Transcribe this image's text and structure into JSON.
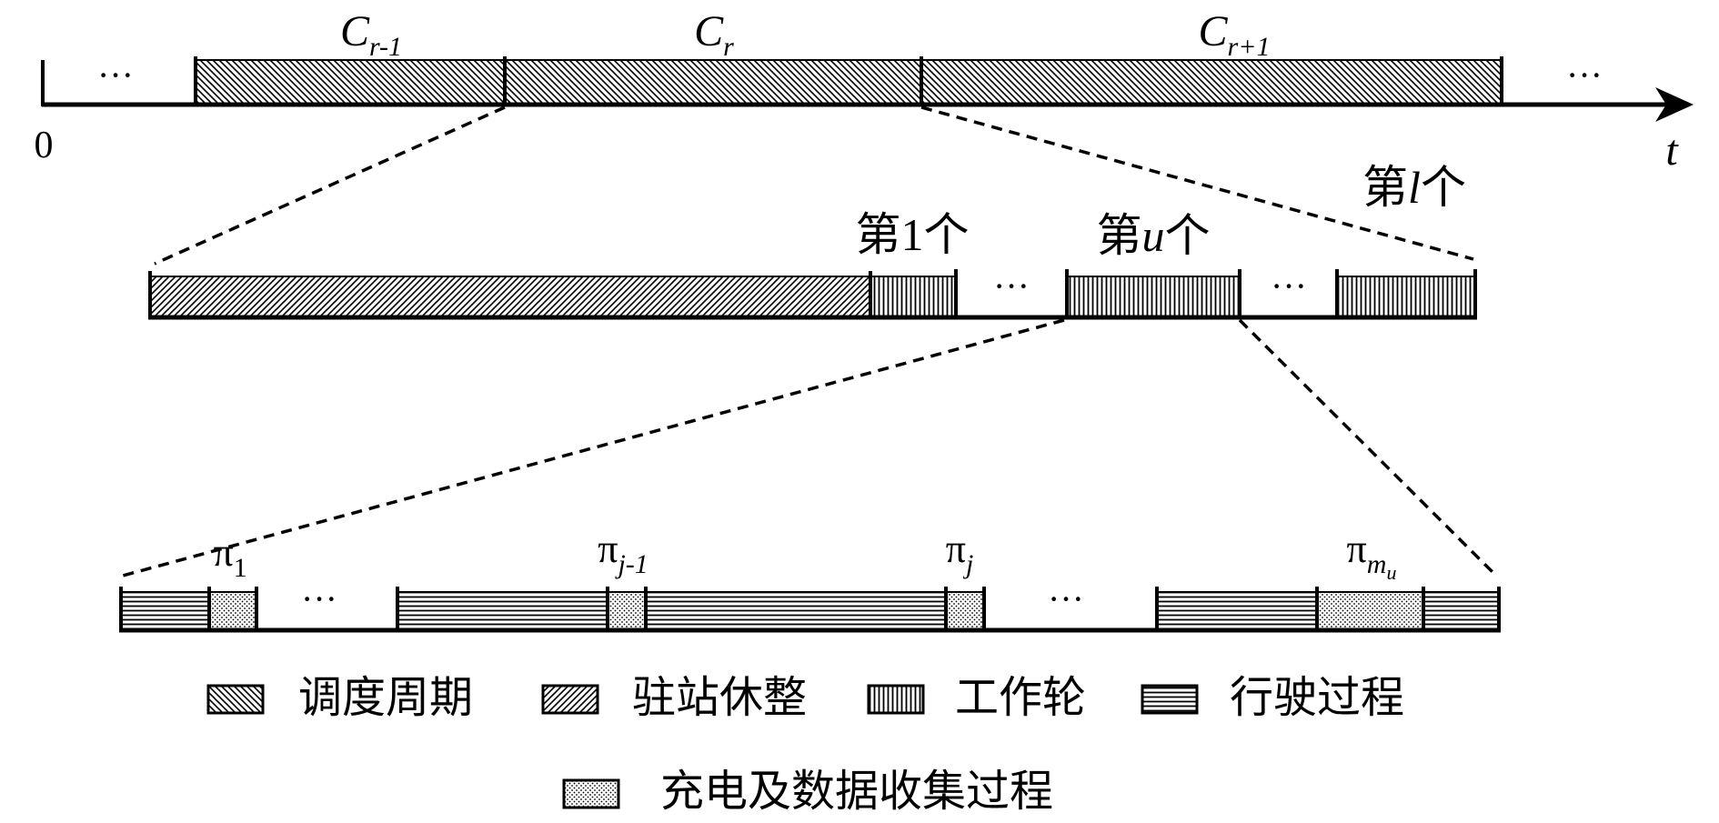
{
  "timeline": {
    "origin_label": "0",
    "axis_label": "t",
    "ellipsis": "···",
    "cycles": [
      {
        "main": "C",
        "sub": "r-1"
      },
      {
        "main": "C",
        "sub": "r"
      },
      {
        "main": "C",
        "sub": "r+1"
      }
    ]
  },
  "middle": {
    "first_round": {
      "prefix": "第",
      "index": "1",
      "suffix": "个"
    },
    "u_round": {
      "prefix": "第",
      "index": "u",
      "suffix": "个"
    },
    "l_round": {
      "prefix": "第",
      "index": "l",
      "suffix": "个"
    }
  },
  "bottom": {
    "pi_symbol": "π",
    "pi_labels": [
      {
        "sub": "1"
      },
      {
        "sub": "j-1"
      },
      {
        "sub": "j"
      },
      {
        "sub": "m",
        "subsub": "u"
      }
    ]
  },
  "legend": [
    {
      "pattern": "scheduling-cycle",
      "label": "调度周期"
    },
    {
      "pattern": "station-rest",
      "label": "驻站休整"
    },
    {
      "pattern": "work-round",
      "label": "工作轮"
    },
    {
      "pattern": "driving-process",
      "label": "行驶过程"
    },
    {
      "pattern": "charging-data-collection",
      "label": "充电及数据收集过程"
    }
  ]
}
